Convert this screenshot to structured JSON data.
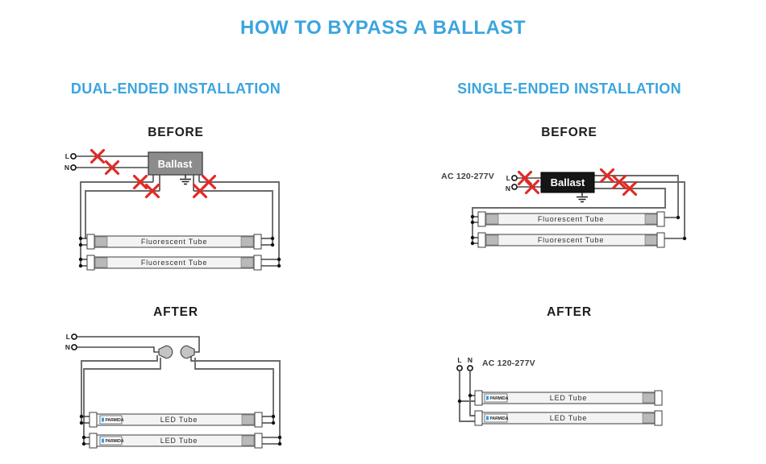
{
  "title": "HOW TO BYPASS A BALLAST",
  "sections": {
    "dual": {
      "heading": "DUAL-ENDED INSTALLATION",
      "before_label": "BEFORE",
      "after_label": "AFTER"
    },
    "single": {
      "heading": "SINGLE-ENDED INSTALLATION",
      "before_label": "BEFORE",
      "after_label": "AFTER"
    }
  },
  "labels": {
    "ballast": "Ballast",
    "fluorescent_tube": "Fluorescent Tube",
    "led_tube": "LED Tube",
    "ac_voltage": "AC 120-277V",
    "line_terminal": "L",
    "neutral_terminal": "N",
    "brand_logo": "PARMIDA"
  },
  "colors": {
    "accent_blue": "#3ba5de",
    "x_mark_red": "#e12a26",
    "ballast_gray": "#8c8c8c",
    "ballast_black": "#151515",
    "wire_gray": "#6a6a6a"
  }
}
